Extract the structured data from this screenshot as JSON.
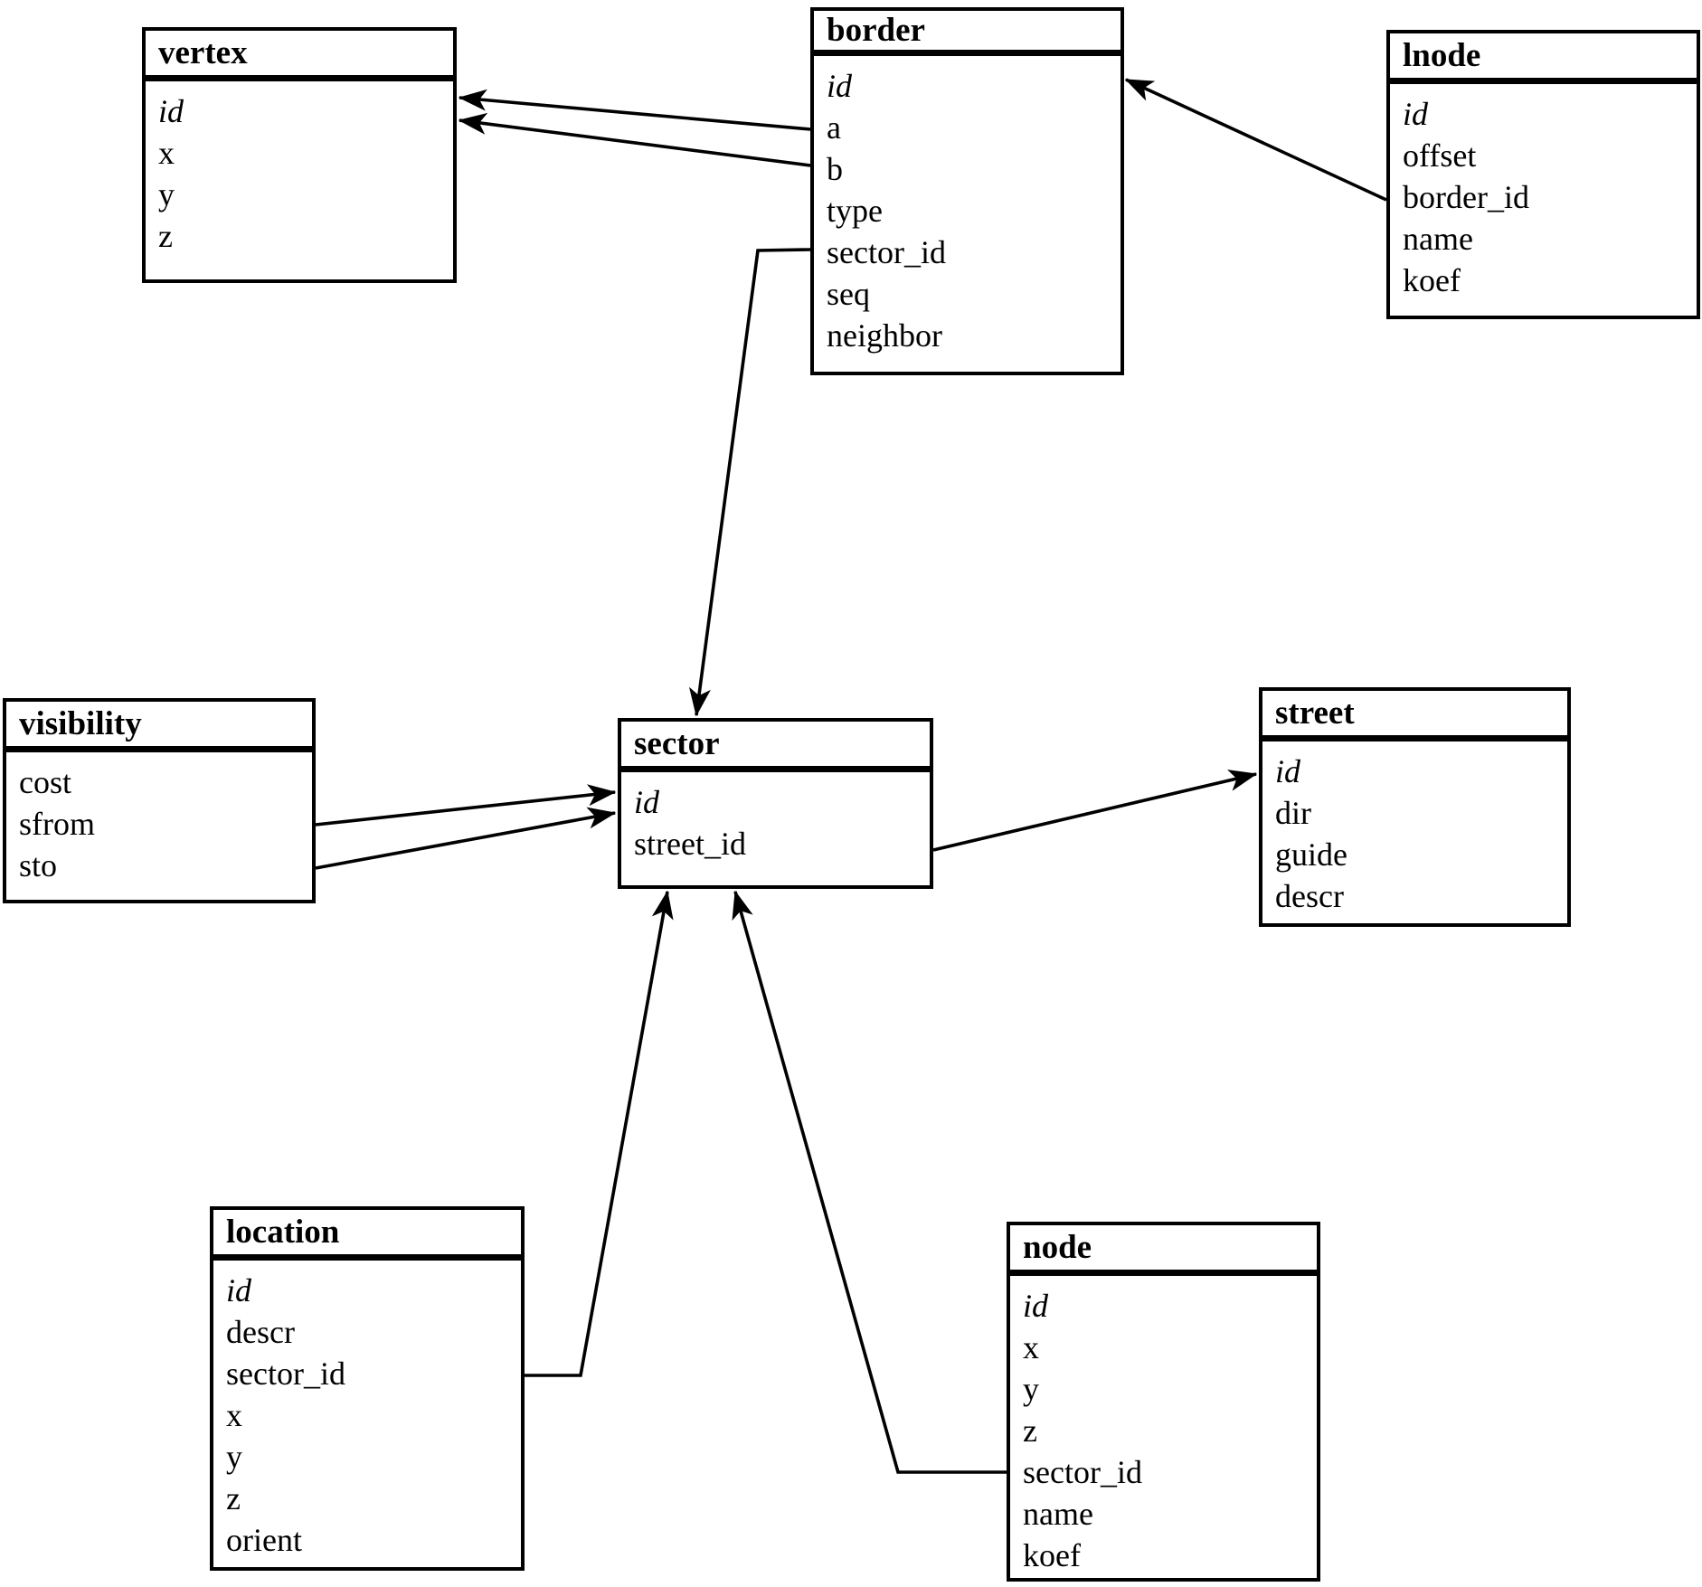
{
  "diagram": {
    "kind": "entity-relationship-diagram",
    "background_color": "#ffffff",
    "line_color": "#000000",
    "entities": [
      {
        "name": "vertex",
        "fields": [
          {
            "label": "id",
            "key": true
          },
          {
            "label": "x",
            "key": false
          },
          {
            "label": "y",
            "key": false
          },
          {
            "label": "z",
            "key": false
          }
        ]
      },
      {
        "name": "border",
        "fields": [
          {
            "label": "id",
            "key": true
          },
          {
            "label": "a",
            "key": false
          },
          {
            "label": "b",
            "key": false
          },
          {
            "label": "type",
            "key": false
          },
          {
            "label": "sector_id",
            "key": false
          },
          {
            "label": "seq",
            "key": false
          },
          {
            "label": "neighbor",
            "key": false
          }
        ]
      },
      {
        "name": "lnode",
        "fields": [
          {
            "label": "id",
            "key": true
          },
          {
            "label": "offset",
            "key": false
          },
          {
            "label": "border_id",
            "key": false
          },
          {
            "label": "name",
            "key": false
          },
          {
            "label": "koef",
            "key": false
          }
        ]
      },
      {
        "name": "visibility",
        "fields": [
          {
            "label": "cost",
            "key": false
          },
          {
            "label": "sfrom",
            "key": false
          },
          {
            "label": "sto",
            "key": false
          }
        ]
      },
      {
        "name": "sector",
        "fields": [
          {
            "label": "id",
            "key": true
          },
          {
            "label": "street_id",
            "key": false
          }
        ]
      },
      {
        "name": "street",
        "fields": [
          {
            "label": "id",
            "key": true
          },
          {
            "label": "dir",
            "key": false
          },
          {
            "label": "guide",
            "key": false
          },
          {
            "label": "descr",
            "key": false
          }
        ]
      },
      {
        "name": "location",
        "fields": [
          {
            "label": "id",
            "key": true
          },
          {
            "label": "descr",
            "key": false
          },
          {
            "label": "sector_id",
            "key": false
          },
          {
            "label": "x",
            "key": false
          },
          {
            "label": "y",
            "key": false
          },
          {
            "label": "z",
            "key": false
          },
          {
            "label": "orient",
            "key": false
          }
        ]
      },
      {
        "name": "node",
        "fields": [
          {
            "label": "id",
            "key": true
          },
          {
            "label": "x",
            "key": false
          },
          {
            "label": "y",
            "key": false
          },
          {
            "label": "z",
            "key": false
          },
          {
            "label": "sector_id",
            "key": false
          },
          {
            "label": "name",
            "key": false
          },
          {
            "label": "koef",
            "key": false
          }
        ]
      }
    ],
    "relationships": [
      {
        "from": "border.a",
        "to": "vertex"
      },
      {
        "from": "border.b",
        "to": "vertex"
      },
      {
        "from": "lnode.border_id",
        "to": "border"
      },
      {
        "from": "border.sector_id",
        "to": "sector"
      },
      {
        "from": "visibility.sfrom",
        "to": "sector"
      },
      {
        "from": "visibility.sto",
        "to": "sector"
      },
      {
        "from": "sector.street_id",
        "to": "street"
      },
      {
        "from": "location.sector_id",
        "to": "sector"
      },
      {
        "from": "node.sector_id",
        "to": "sector"
      }
    ]
  }
}
